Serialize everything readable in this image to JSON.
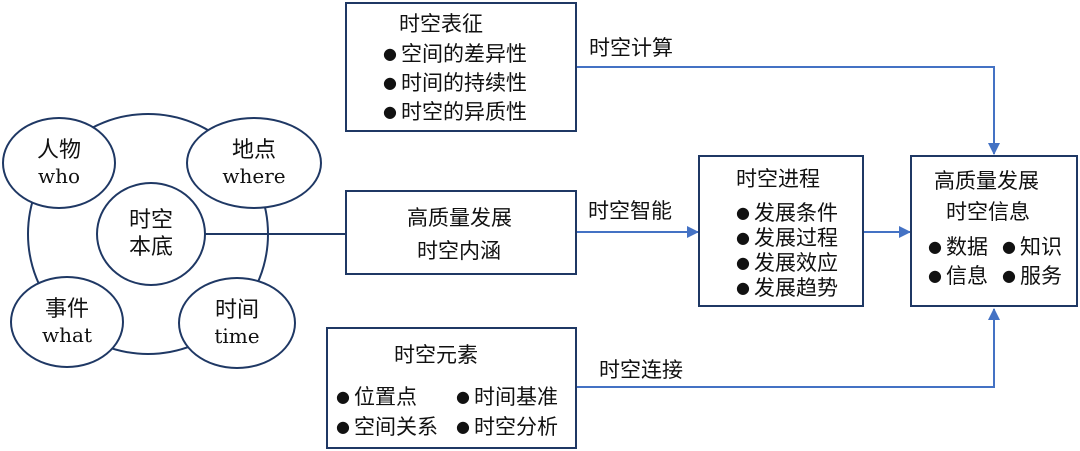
{
  "colors": {
    "stroke": "#1f3864",
    "arrow": "#4472c4",
    "text": "#111111"
  },
  "center": {
    "label_line1": "时空",
    "label_line2": "本底"
  },
  "satellites": [
    {
      "cn": "人物",
      "en": "who"
    },
    {
      "cn": "地点",
      "en": "where"
    },
    {
      "cn": "事件",
      "en": "what"
    },
    {
      "cn": "时间",
      "en": "time"
    }
  ],
  "representation": {
    "title": "时空表征",
    "items": [
      "空间的差异性",
      "时间的持续性",
      "时空的异质性"
    ]
  },
  "connotation": {
    "line1": "高质量发展",
    "line2": "时空内涵"
  },
  "process": {
    "title": "时空进程",
    "items": [
      "发展条件",
      "发展过程",
      "发展效应",
      "发展趋势"
    ]
  },
  "elements": {
    "title": "时空元素",
    "items": [
      "位置点",
      "时间基准",
      "空间关系",
      "时空分析"
    ]
  },
  "information": {
    "title_line1": "高质量发展",
    "title_line2": "时空信息",
    "items": [
      "数据",
      "知识",
      "信息",
      "服务"
    ]
  },
  "edges": {
    "computing": "时空计算",
    "intelligence": "时空智能",
    "connection": "时空连接"
  },
  "bullet": "●"
}
